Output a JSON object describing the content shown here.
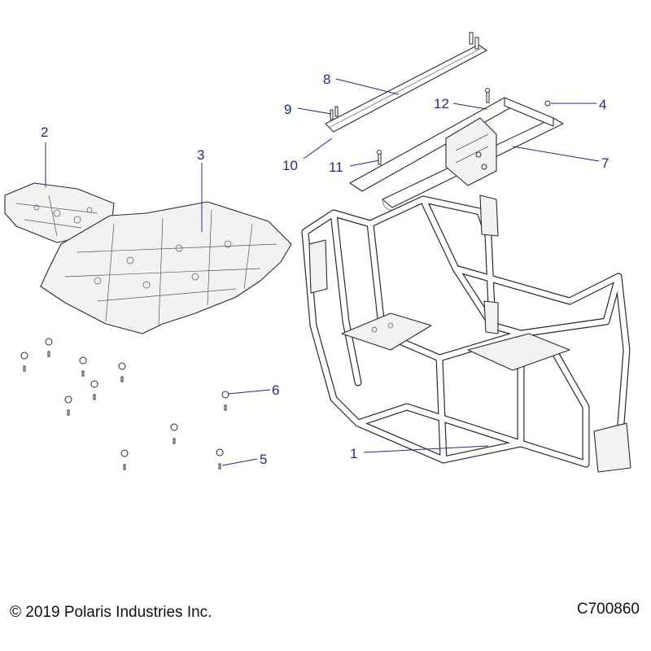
{
  "footer": {
    "copyright": "© 2019 Polaris Industries Inc.",
    "figure_id": "C700860"
  },
  "callouts": [
    {
      "id": "1",
      "label": "1"
    },
    {
      "id": "2",
      "label": "2"
    },
    {
      "id": "3",
      "label": "3"
    },
    {
      "id": "4",
      "label": "4"
    },
    {
      "id": "5",
      "label": "5"
    },
    {
      "id": "6",
      "label": "6"
    },
    {
      "id": "7",
      "label": "7"
    },
    {
      "id": "8",
      "label": "8"
    },
    {
      "id": "9",
      "label": "9"
    },
    {
      "id": "10",
      "label": "10"
    },
    {
      "id": "11",
      "label": "11"
    },
    {
      "id": "12",
      "label": "12"
    }
  ],
  "colors": {
    "callout": "#1f2a8c",
    "line": "#2a2a2a"
  }
}
